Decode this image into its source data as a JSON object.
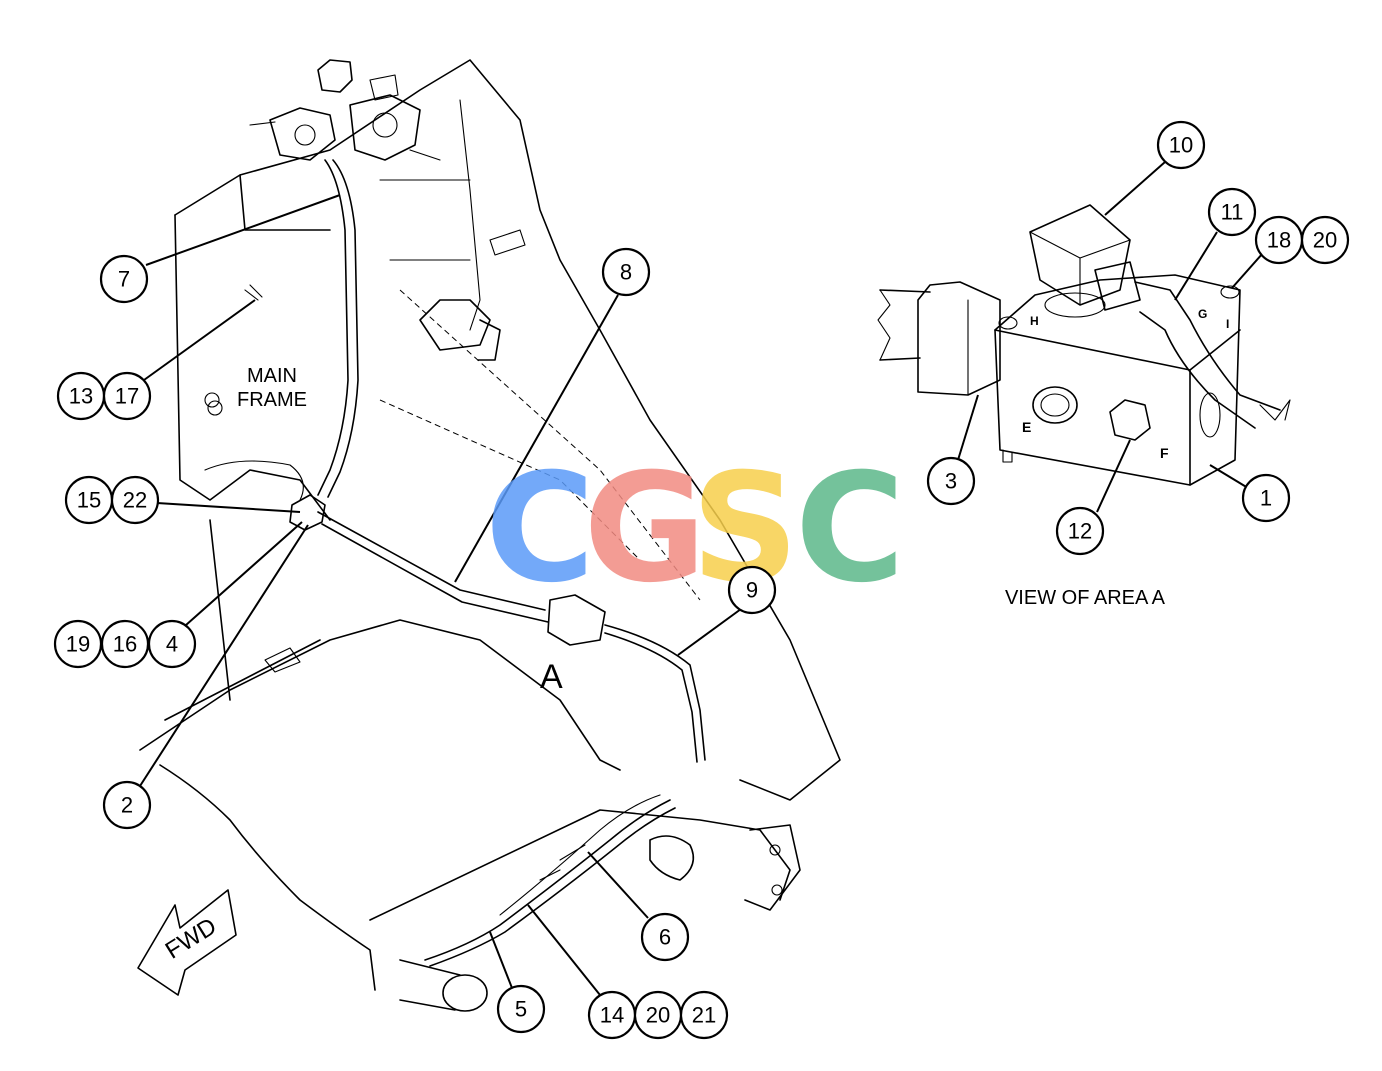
{
  "labels": {
    "main_frame_line1": "MAIN",
    "main_frame_line2": "FRAME",
    "view_caption": "VIEW OF AREA A",
    "area_marker": "A",
    "fwd": "FWD",
    "valve_marks": [
      "E",
      "F",
      "H",
      "G",
      "I"
    ]
  },
  "balloons": [
    "1",
    "2",
    "3",
    "4",
    "5",
    "6",
    "7",
    "8",
    "9",
    "10",
    "11",
    "12",
    "13",
    "14",
    "15",
    "16",
    "17",
    "18",
    "19",
    "20",
    "21",
    "22"
  ],
  "balloon_groups": {
    "b1": "1",
    "b2": "2",
    "b3": "3",
    "b4": "4",
    "b5": "5",
    "b6": "6",
    "b7": "7",
    "b8": "8",
    "b9": "9",
    "b10": "10",
    "b11": "11",
    "b12": "12",
    "b13": "13",
    "b17": "17",
    "b15": "15",
    "b22": "22",
    "b19": "19",
    "b16": "16",
    "b18": "18",
    "b20a": "20",
    "b14": "14",
    "b20b": "20",
    "b21": "21"
  },
  "watermark": {
    "letters": [
      "C",
      "G",
      "S",
      "C"
    ],
    "colors": [
      "#5b9bf8",
      "#f28b82",
      "#f7cf4c",
      "#5cb88a"
    ]
  },
  "colors": {
    "line": "#000000",
    "background": "#ffffff"
  }
}
